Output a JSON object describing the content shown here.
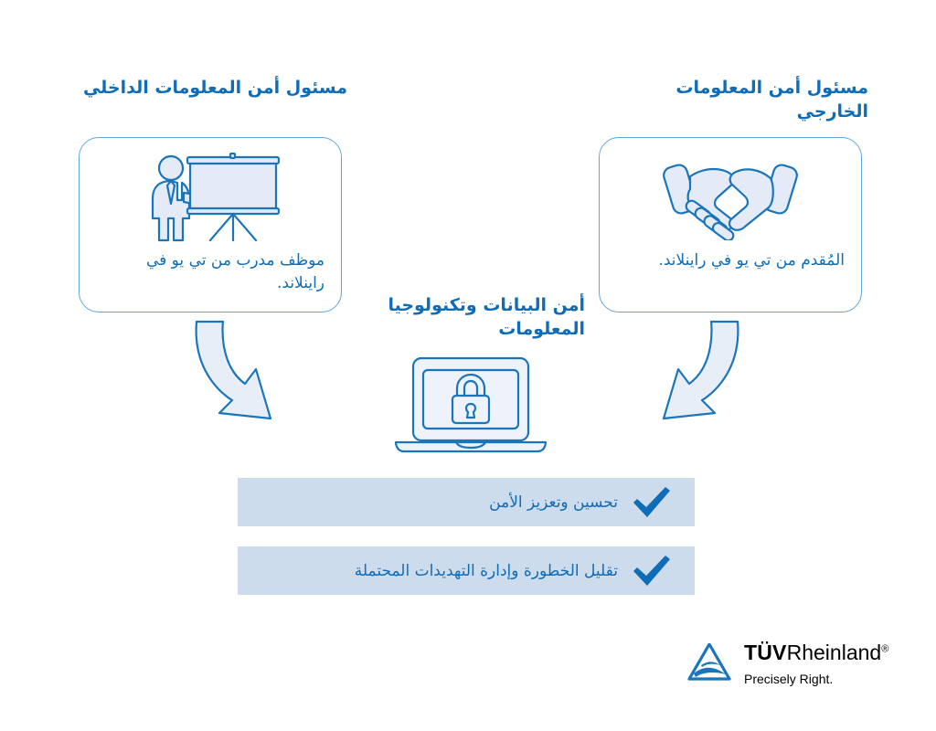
{
  "colors": {
    "primary_blue": "#0f6cb6",
    "outline_blue": "#1b75bb",
    "icon_fill": "#e4ebf7",
    "card_border": "#5ea8dd",
    "bar_background": "#cddcec",
    "check_blue": "#0f6cb6",
    "background": "#ffffff"
  },
  "headings": {
    "internal": "مسئول أمن المعلومات الداخلي",
    "external": "مسئول أمن المعلومات الخارجي",
    "center": "أمن البيانات وتكنولوجيا المعلومات"
  },
  "cards": [
    {
      "id": "internal",
      "icon": "trainer-presentation-icon",
      "caption": "موظف مدرب من تي يو في راينلاند."
    },
    {
      "id": "external",
      "icon": "handshake-icon",
      "caption": "المُقدم من تي يو في راينلاند."
    }
  ],
  "center_icon": "laptop-padlock-icon",
  "arrows": [
    {
      "id": "left",
      "icon": "curved-arrow-down-right-icon"
    },
    {
      "id": "right",
      "icon": "curved-arrow-down-left-icon"
    }
  ],
  "benefits": [
    {
      "icon": "checkmark-icon",
      "text": "تحسين وتعزيز الأمن"
    },
    {
      "icon": "checkmark-icon",
      "text": "تقليل الخطورة وإدارة التهديدات المحتملة"
    }
  ],
  "logo": {
    "mark": "tuv-rheinland-triangle-icon",
    "brand_bold": "TÜV",
    "brand_regular": "Rheinland",
    "registered_mark": "®",
    "tagline": "Precisely Right."
  }
}
